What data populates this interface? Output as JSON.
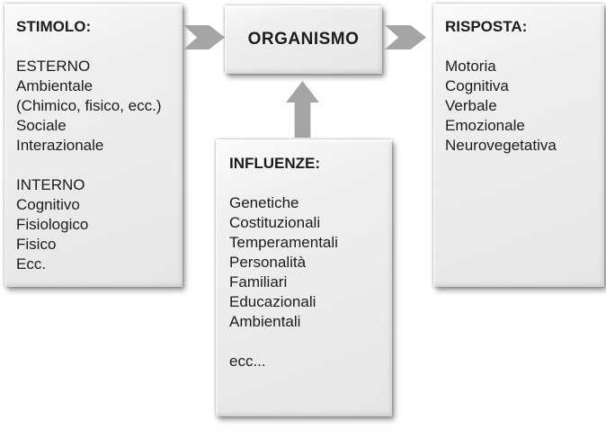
{
  "colors": {
    "box_fill": "#e6e6e6",
    "arrow": "#a5a5a5",
    "text": "#1c1c1c"
  },
  "stimolo": {
    "title": "STIMOLO:",
    "lines": [
      "ESTERNO",
      "Ambientale",
      "(Chimico, fisico, ecc.)",
      "Sociale",
      "Interazionale",
      "",
      "INTERNO",
      "Cognitivo",
      "Fisiologico",
      "Fisico",
      "Ecc."
    ]
  },
  "organismo": {
    "title": "ORGANISMO"
  },
  "risposta": {
    "title": "RISPOSTA:",
    "lines": [
      "Motoria",
      "Cognitiva",
      "Verbale",
      "Emozionale",
      "Neurovegetativa"
    ]
  },
  "influenze": {
    "title": "INFLUENZE:",
    "lines": [
      "Genetiche",
      "Costituzionali",
      "Temperamentali",
      "Personalità",
      "Familiari",
      "Educazionali",
      "Ambientali",
      "",
      "ecc..."
    ]
  }
}
